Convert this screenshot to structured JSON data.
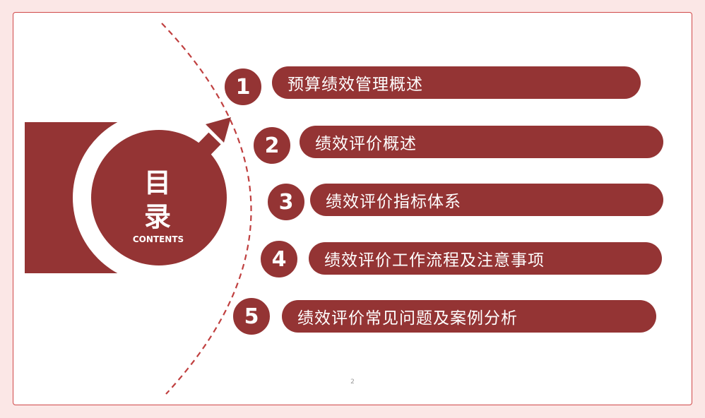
{
  "slide": {
    "title_line1": "目",
    "title_line2": "录",
    "subtitle": "CONTENTS",
    "page_number": "2"
  },
  "items": [
    {
      "number": "1",
      "label": "预算绩效管理概述"
    },
    {
      "number": "2",
      "label": "绩效评价概述"
    },
    {
      "number": "3",
      "label": "绩效评价指标体系"
    },
    {
      "number": "4",
      "label": "绩效评价工作流程及注意事项"
    },
    {
      "number": "5",
      "label": "绩效评价常见问题及案例分析"
    }
  ],
  "colors": {
    "accent": "#943434",
    "outer_background": "#fbe7e6",
    "frame_border": "#d04848",
    "dashed_arc": "#c04040"
  }
}
